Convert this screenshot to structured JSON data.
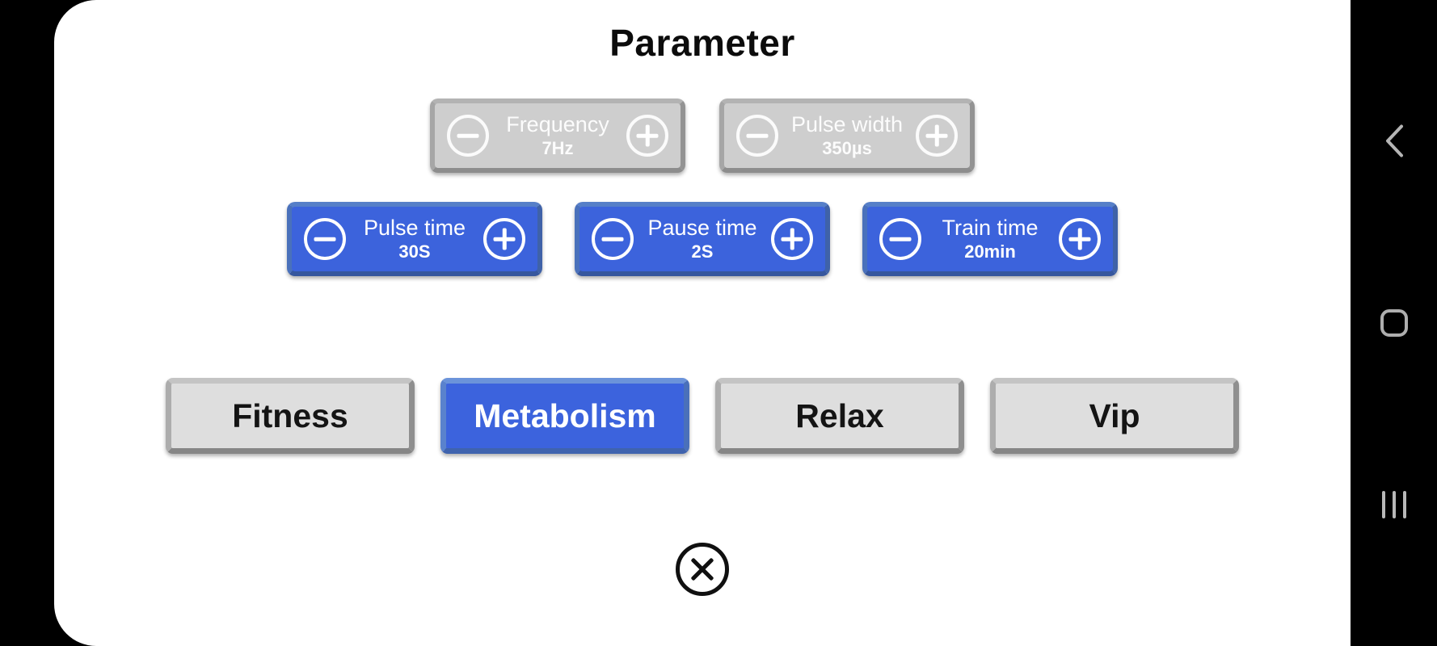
{
  "title": "Parameter",
  "parameters": {
    "disabled": [
      {
        "label": "Frequency",
        "value": "7Hz"
      },
      {
        "label": "Pulse width",
        "value": "350µs"
      }
    ],
    "enabled": [
      {
        "label": "Pulse time",
        "value": "30S"
      },
      {
        "label": "Pause time",
        "value": "2S"
      },
      {
        "label": "Train time",
        "value": "20min"
      }
    ]
  },
  "modes": [
    {
      "label": "Fitness",
      "selected": false
    },
    {
      "label": "Metabolism",
      "selected": true
    },
    {
      "label": "Relax",
      "selected": false
    },
    {
      "label": "Vip",
      "selected": false
    }
  ],
  "icons": {
    "decrease": "minus-circle-icon",
    "increase": "plus-circle-icon",
    "close": "close-x-circle-icon",
    "nav_back": "back-chevron-icon",
    "nav_home": "home-rounded-square-icon",
    "nav_recents": "recents-three-bars-icon"
  },
  "colors": {
    "accent_blue": "#3c63dc",
    "disabled_gray": "#cecece",
    "mode_gray": "#dedede",
    "surface": "#ffffff",
    "background": "#000000",
    "nav_icon_gray": "#b5b5b5"
  }
}
